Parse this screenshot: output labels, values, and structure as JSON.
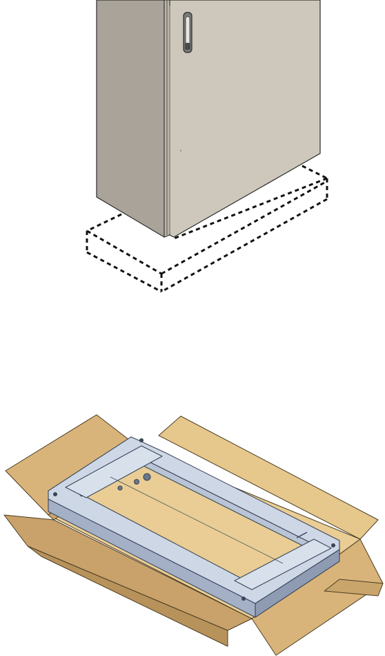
{
  "figure": {
    "panels": [
      {
        "id": "cabinet-on-plinth-outline",
        "depicts": "cabinet",
        "plinth_state": "outline-dashed"
      },
      {
        "id": "plinth-in-box",
        "depicts": "plinth-frame",
        "packaging": "open-cardboard-box"
      }
    ],
    "colors": {
      "cabinet_front": "#cdc8bb",
      "cabinet_side": "#a9a39a",
      "cabinet_edge": "#2b2b2b",
      "handle": "#5a5a5a",
      "dashed_line": "#111111",
      "box_inner": "#e6c88c",
      "box_flap": "#d9b47a",
      "box_shadow": "#b8925b",
      "frame_top": "#cdd7e6",
      "frame_side": "#a3b0c6",
      "frame_edge": "#3a4658"
    },
    "icons": [
      "cabinet-icon",
      "plinth-outline-icon",
      "cardboard-box-icon",
      "plinth-frame-icon"
    ]
  }
}
